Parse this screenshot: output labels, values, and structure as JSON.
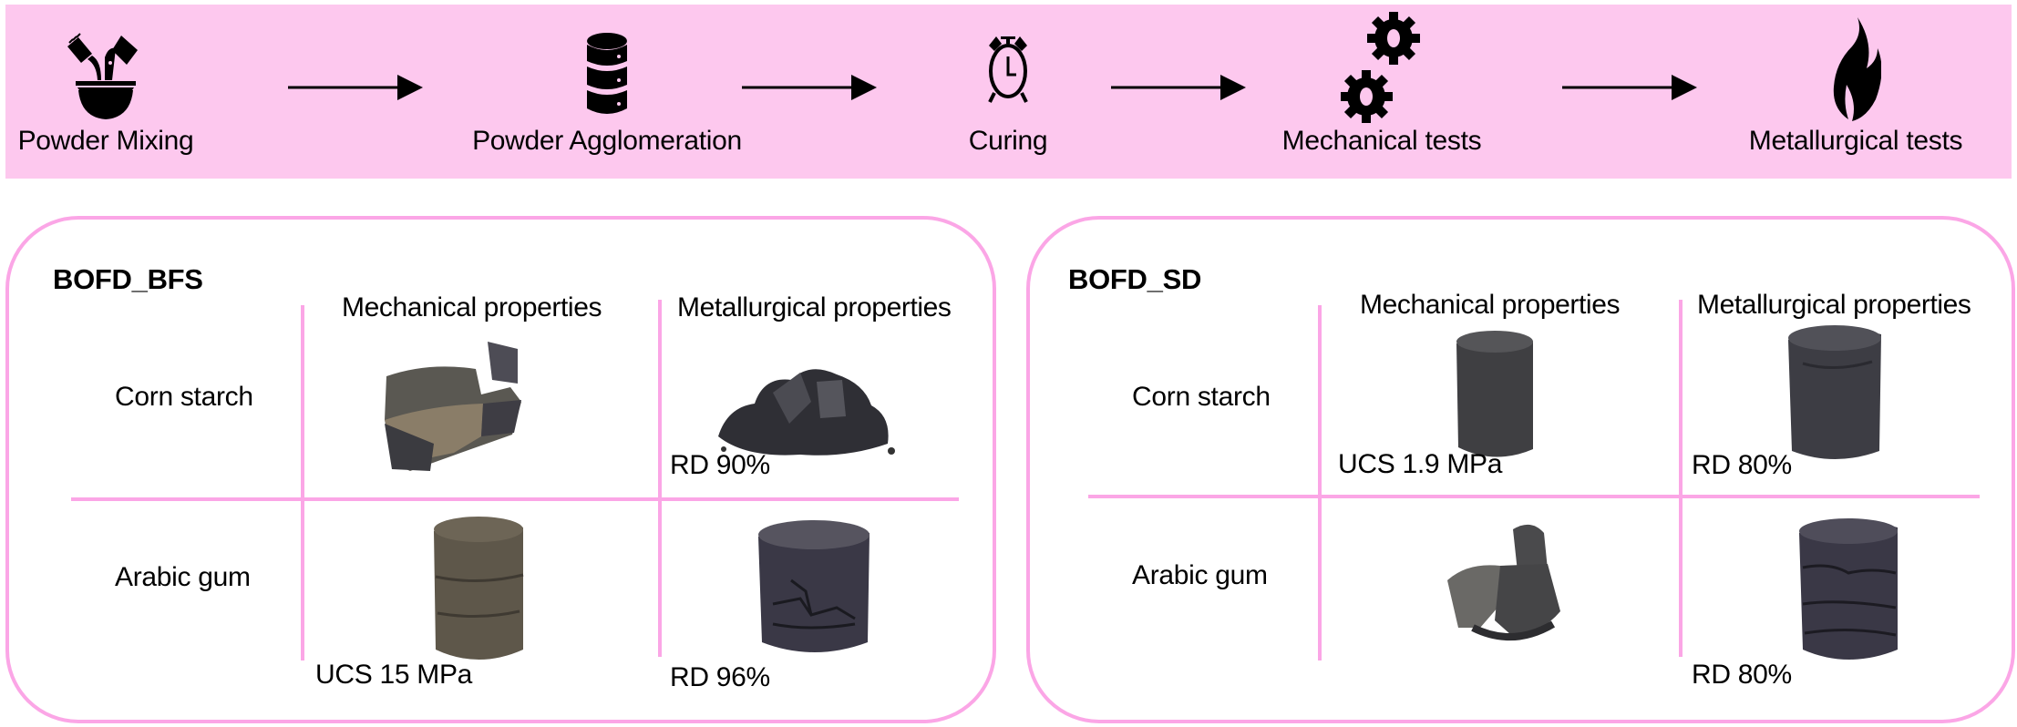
{
  "colors": {
    "banner_bg": "#fdc8ee",
    "panel_border": "#fba6e6",
    "icon": "#000000"
  },
  "process": {
    "steps": [
      {
        "label": "Powder Mixing",
        "icon": "mixing-bowl-icon"
      },
      {
        "label": "Powder Agglomeration",
        "icon": "database-stack-icon"
      },
      {
        "label": "Curing",
        "icon": "alarm-clock-icon"
      },
      {
        "label": "Mechanical tests",
        "icon": "gears-icon"
      },
      {
        "label": "Metallurgical tests",
        "icon": "flame-icon"
      }
    ],
    "connector": "arrow-right-icon"
  },
  "panels": [
    {
      "title": "BOFD_BFS",
      "columns": [
        "Mechanical properties",
        "Metallurgical properties"
      ],
      "rows": [
        {
          "binder": "Corn starch",
          "mechanical": {
            "sample": "fractured briquette",
            "value": ""
          },
          "metallurgical": {
            "sample": "disintegrated powder",
            "value": "RD 90%"
          }
        },
        {
          "binder": "Arabic gum",
          "mechanical": {
            "sample": "intact cylinder",
            "value": "UCS 15 MPa"
          },
          "metallurgical": {
            "sample": "cracked cylinder",
            "value": "RD 96%"
          }
        }
      ]
    },
    {
      "title": "BOFD_SD",
      "columns": [
        "Mechanical properties",
        "Metallurgical properties"
      ],
      "rows": [
        {
          "binder": "Corn starch",
          "mechanical": {
            "sample": "intact cylinder",
            "value": "UCS 1.9 MPa"
          },
          "metallurgical": {
            "sample": "intact cylinder",
            "value": "RD 80%"
          }
        },
        {
          "binder": "Arabic gum",
          "mechanical": {
            "sample": "fractured briquette",
            "value": ""
          },
          "metallurgical": {
            "sample": "cracked cylinder",
            "value": "RD 80%"
          }
        }
      ]
    }
  ]
}
